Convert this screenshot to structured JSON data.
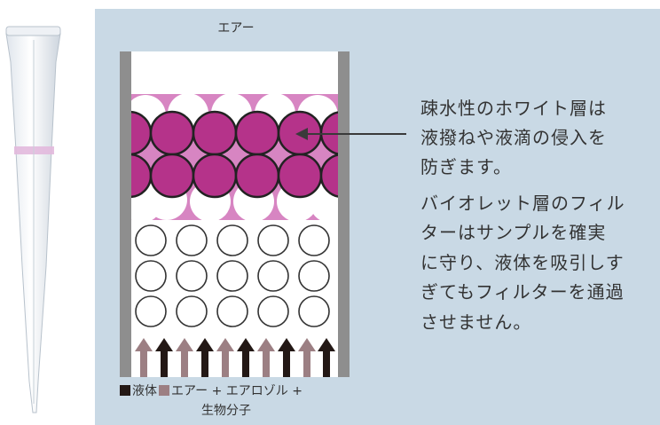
{
  "diagram": {
    "air_label": "エアー",
    "description_lines": [
      "疎水性のホワイト層は",
      "液撥ねや液滴の侵入を",
      "防ぎます。",
      "バイオレット層のフィル",
      "ターはサンプルを確実",
      "に守り、液体を吸引しす",
      "ぎてもフィルターを通過",
      "させません。"
    ],
    "legend": {
      "liquid_label": "液体",
      "mix_label": "エアー + エアロゾル +",
      "mix_label_line2": "生物分子"
    }
  },
  "colors": {
    "background_panel": "#c9d9e5",
    "filter_violet": "#b5338a",
    "filter_pink_band": "#d785c2",
    "wall_gray": "#8e8e8e",
    "arrow_dark": "#231815",
    "arrow_mauve": "#9c7f83"
  }
}
